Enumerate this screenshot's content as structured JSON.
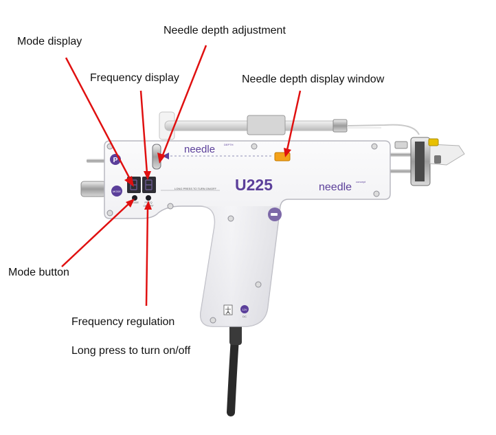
{
  "callouts": {
    "mode_display": "Mode display",
    "needle_depth_adjustment": "Needle depth adjustment",
    "frequency_display": "Frequency display",
    "needle_depth_display_window": "Needle depth display window",
    "mode_button": "Mode button",
    "frequency_regulation": "Frequency regulation",
    "long_press": "Long press to turn on/off"
  },
  "device": {
    "model": "U225",
    "brand_top": "needle",
    "brand_top_sub": "DEPTH",
    "brand_bottom": "needle",
    "brand_bottom_sub": "concept",
    "left_badge": "P",
    "mode_badge": "MODE",
    "mode_key_label": "MODE",
    "freq_key_label": "FREQ",
    "onoff_label": "ON/OFF",
    "long_press_strip": "LONG PRESS TO TURN ON/OFF",
    "power_badge": "12V",
    "power_sub": "DC"
  },
  "colors": {
    "arrow": "#e01010",
    "accent": "#5b3f9a",
    "body": "#f1f1f3",
    "outline": "#b8b8c0",
    "cable": "#2a2a2a",
    "depth_window": "#f4a21a"
  }
}
